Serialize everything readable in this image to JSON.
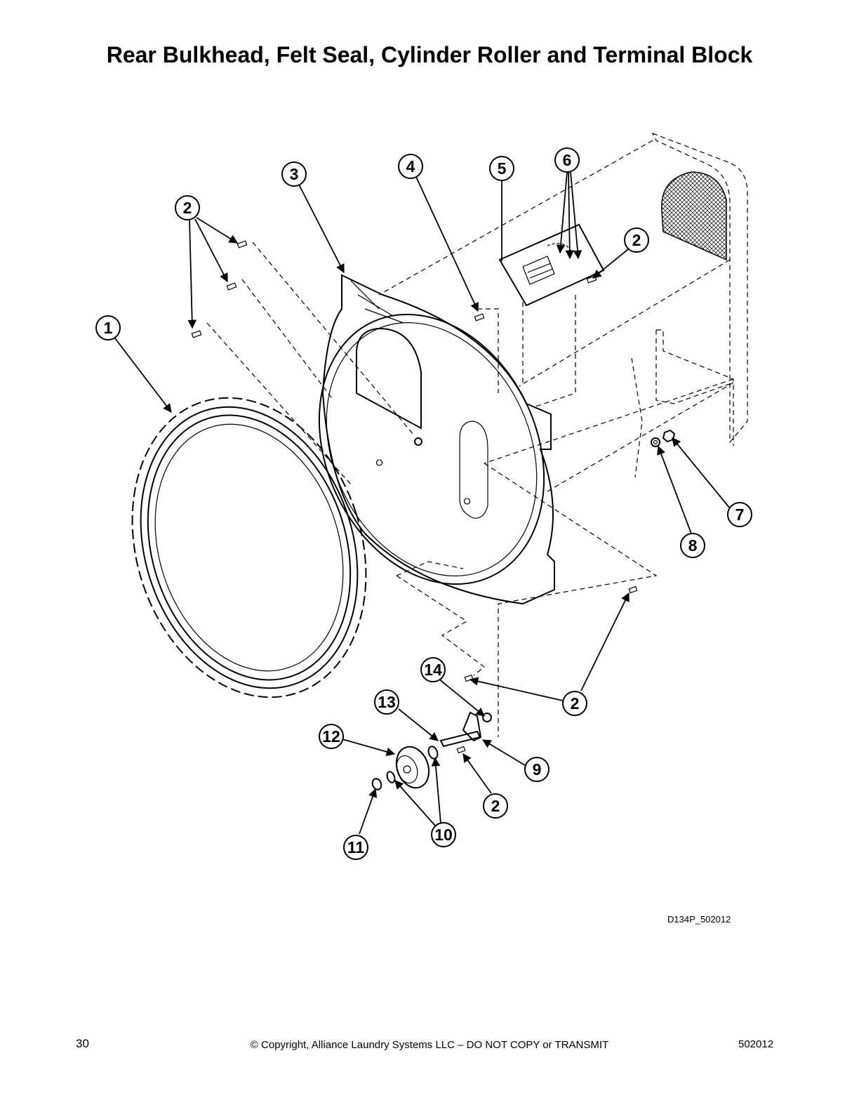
{
  "title": "Rear Bulkhead, Felt Seal, Cylinder Roller and Terminal Block",
  "callouts": [
    "1",
    "2",
    "3",
    "4",
    "5",
    "6",
    "7",
    "8",
    "9",
    "10",
    "11",
    "12",
    "13",
    "14"
  ],
  "drawing_id": "D134P_502012",
  "footer": {
    "page_number": "30",
    "copyright": "© Copyright, Alliance Laundry Systems LLC – DO NOT COPY or TRANSMIT",
    "doc_number": "502012"
  }
}
